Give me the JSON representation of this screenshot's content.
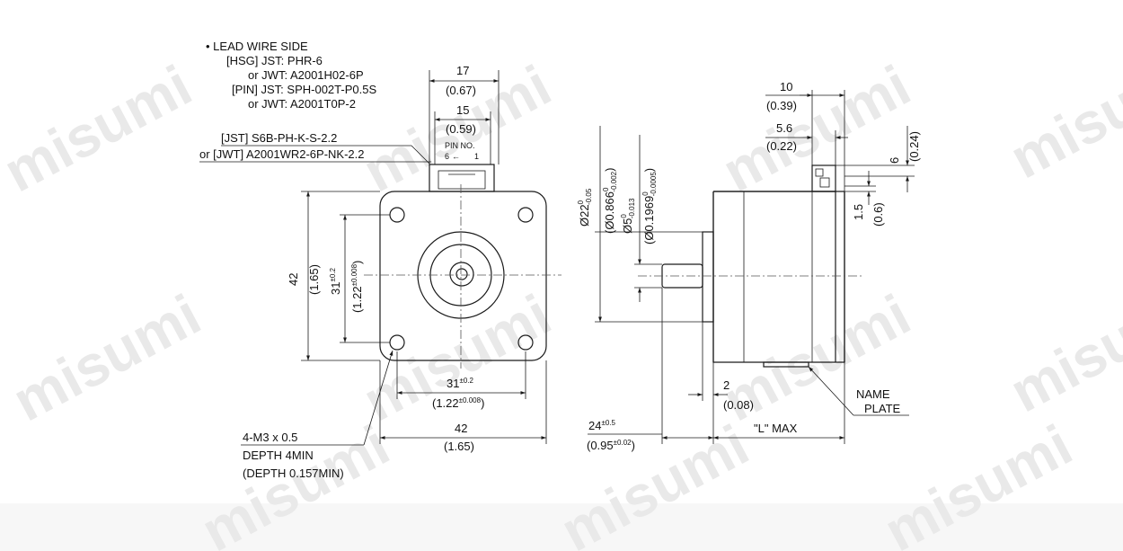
{
  "watermark": "misumi",
  "lead_wire": {
    "title": "• LEAD WIRE SIDE",
    "hsg_jst": "[HSG] JST: PHR-6",
    "hsg_jwt": "or JWT: A2001H02-6P",
    "pin_jst": "[PIN] JST: SPH-002T-P0.5S",
    "pin_jwt": "or JWT: A2001T0P-2",
    "connector_jst": "[JST] S6B-PH-K-S-2.2",
    "connector_jwt": "or [JWT] A2001WR2-6P-NK-2.2",
    "pin_no": "PIN NO.",
    "pin_6": "6",
    "pin_1": "1",
    "pin_arrow": "←"
  },
  "front_view": {
    "conn_width_mm": "17",
    "conn_width_in": "(0.67)",
    "pin_span_mm": "15",
    "pin_span_in": "(0.59)",
    "height_mm": "42",
    "height_in": "(1.65)",
    "hole_v_mm": "31",
    "hole_v_mm_tol": "±0.2",
    "hole_v_in": "(1.22",
    "hole_v_in_tol": "±0.008",
    "hole_v_in_close": ")",
    "hole_h_mm": "31",
    "hole_h_mm_tol": "±0.2",
    "hole_h_in": "(1.22",
    "hole_h_in_tol": "±0.008",
    "hole_h_in_close": ")",
    "width_mm": "42",
    "width_in": "(1.65)",
    "thread": "4-M3 x 0.5",
    "depth": "DEPTH 4MIN",
    "depth_in": "(DEPTH 0.157MIN)"
  },
  "side_view": {
    "pilot_dia_main": "Ø22",
    "pilot_dia_main_tol_top": "0",
    "pilot_dia_main_tol_bot": "-0.05",
    "pilot_dia_in_main": "(Ø0.866",
    "pilot_dia_in_tol_top": "0",
    "pilot_dia_in_tol_bot": "-0.002",
    "pilot_dia_in_close": ")",
    "shaft_dia_main": "Ø5",
    "shaft_dia_tol_top": "0",
    "shaft_dia_tol_bot": "-0.013",
    "shaft_dia_in_main": "(Ø0.1969",
    "shaft_dia_in_tol_top": "0",
    "shaft_dia_in_tol_bot": "-0.0005",
    "shaft_dia_in_close": ")",
    "conn_depth_mm": "10",
    "conn_depth_in": "(0.39)",
    "conn_offset_mm": "5.6",
    "conn_offset_in": "(0.22)",
    "conn_height_mm": "6",
    "conn_height_in": "(0.24)",
    "conn_gap_mm": "1.5",
    "conn_gap_in": "(0.6)",
    "pilot_len_mm": "2",
    "pilot_len_in": "(0.08)",
    "shaft_len_mm": "24",
    "shaft_len_mm_tol": "±0.5",
    "shaft_len_in": "(0.95",
    "shaft_len_in_tol": "±0.02",
    "shaft_len_in_close": ")",
    "body_len": "\"L\" MAX",
    "name_plate_1": "NAME",
    "name_plate_2": "PLATE"
  }
}
